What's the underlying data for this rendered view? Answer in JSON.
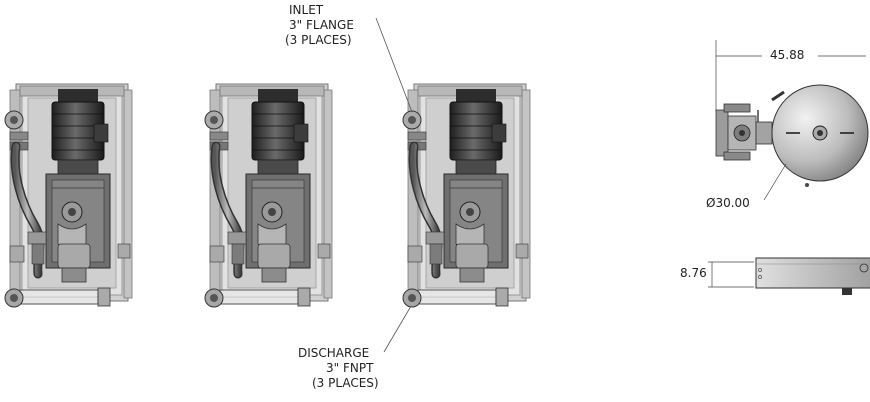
{
  "callouts": {
    "inlet": [
      "INLET",
      "3\" FLANGE",
      "(3 PLACES)"
    ],
    "discharge": [
      "DISCHARGE",
      "3\" FNPT",
      "(3 PLACES)"
    ]
  },
  "dimensions": {
    "tank_length": "45.88",
    "tank_diameter": "Ø30.00",
    "base_height": "8.76"
  },
  "colors": {
    "frame": "#c8c8c8",
    "frame_dark": "#8a8a8a",
    "motor": "#3a3a3a",
    "tank": "#bdbdbd",
    "line": "#555555"
  }
}
